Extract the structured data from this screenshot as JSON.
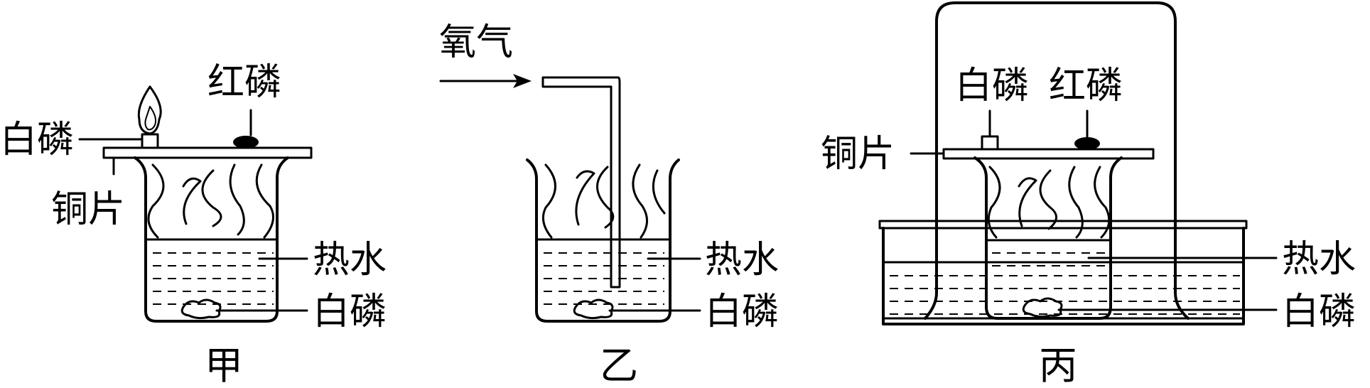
{
  "apparatus": {
    "jia": {
      "caption": "甲",
      "labels": {
        "white_phosphorus_top": "白磷",
        "red_phosphorus": "红磷",
        "copper_sheet": "铜片",
        "hot_water": "热水",
        "white_phosphorus_bottom": "白磷"
      }
    },
    "yi": {
      "caption": "乙",
      "labels": {
        "oxygen": "氧气",
        "hot_water": "热水",
        "white_phosphorus_bottom": "白磷"
      }
    },
    "bing": {
      "caption": "丙",
      "labels": {
        "white_phosphorus_top": "白磷",
        "red_phosphorus": "红磷",
        "copper_sheet": "铜片",
        "hot_water": "热水",
        "white_phosphorus_bottom": "白磷"
      }
    }
  }
}
